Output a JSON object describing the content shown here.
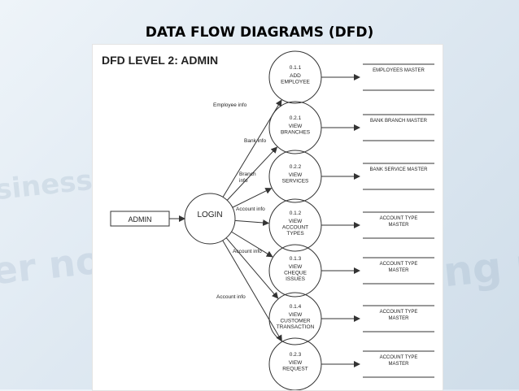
{
  "slide": {
    "title": "DATA FLOW DIAGRAMS (DFD)"
  },
  "diagram": {
    "heading": "DFD LEVEL 2: ADMIN",
    "entity": "ADMIN",
    "central_process": "LOGIN",
    "processes": [
      {
        "id": "0.1.1",
        "name": [
          "ADD",
          "EMPLOYEE"
        ],
        "flow_label": [
          "Employee info"
        ],
        "store": [
          "EMPLOYEES MASTER"
        ]
      },
      {
        "id": "0.2.1",
        "name": [
          "VIEW",
          "BRANCHES"
        ],
        "flow_label": [
          "Bank info"
        ],
        "store": [
          "BANK BRANCH MASTER"
        ]
      },
      {
        "id": "0.2.2",
        "name": [
          "VIEW",
          "SERVICES"
        ],
        "flow_label": [
          "Branch",
          "info"
        ],
        "store": [
          "BANK SERVICE MASTER"
        ]
      },
      {
        "id": "0.1.2",
        "name": [
          "VIEW",
          "ACCOUNT",
          "TYPES"
        ],
        "flow_label": [
          "Account info"
        ],
        "store": [
          "ACCOUNT TYPE",
          "MASTER"
        ]
      },
      {
        "id": "0.1.3",
        "name": [
          "VIEW",
          "CHEQUE",
          "ISSUES"
        ],
        "flow_label": [
          "Account info"
        ],
        "store": [
          "ACCOUNT TYPE",
          "MASTER"
        ]
      },
      {
        "id": "0.1.4",
        "name": [
          "VIEW",
          "CUSTOMER",
          "TRANSACTION"
        ],
        "flow_label": [
          "Account info"
        ],
        "store": [
          "ACCOUNT TYPE",
          "MASTER"
        ]
      },
      {
        "id": "0.2.3",
        "name": [
          "VIEW",
          "REQUEST"
        ],
        "flow_label": [],
        "store": [
          "ACCOUNT TYPE",
          "MASTER"
        ]
      }
    ]
  }
}
